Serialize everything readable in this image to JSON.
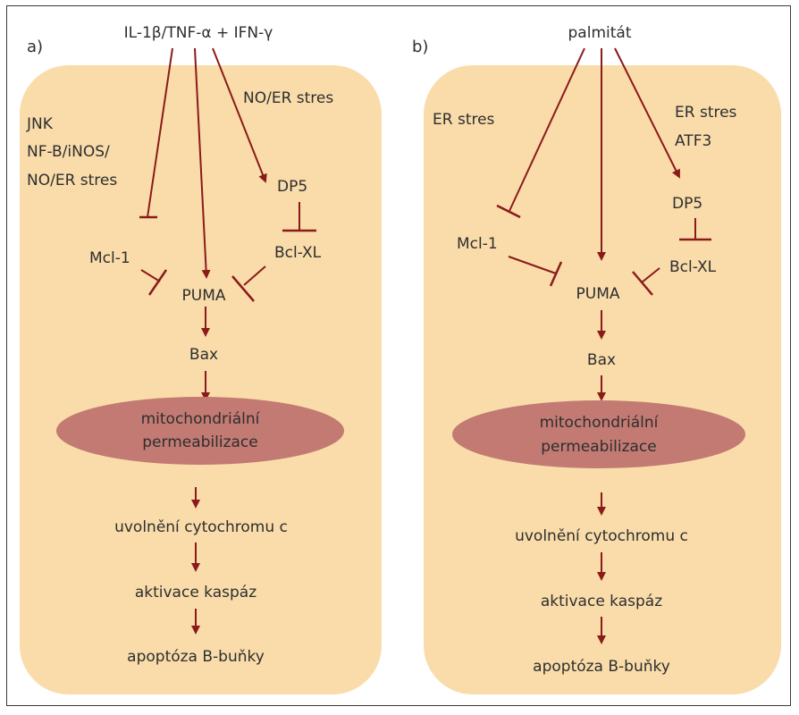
{
  "colors": {
    "panel_fill": "#f9dcaa",
    "arrow": "#8b1a1a",
    "ellipse": "#c27a72",
    "text": "#2e2e2e"
  },
  "panel_a": {
    "letter": "a)",
    "input": "IL-1β/TNF-α + IFN-γ",
    "side_labels": [
      "JNK",
      "NF-B/iNOS/",
      "NO/ER stres"
    ],
    "right_label": "NO/ER stres",
    "dp5": "DP5",
    "bclxl": "Bcl-XL",
    "mcl1": "Mcl-1",
    "puma": "PUMA",
    "bax": "Bax",
    "mito_line1": "mitochondriální",
    "mito_line2": "permeabilizace",
    "cytc": "uvolnění cytochromu c",
    "caspase": "aktivace kaspáz",
    "apoptosis": "apoptóza B-buňky"
  },
  "panel_b": {
    "letter": "b)",
    "input": "palmitát",
    "left_label": "ER stres",
    "right_label_1": "ER stres",
    "right_label_2": "ATF3",
    "dp5": "DP5",
    "bclxl": "Bcl-XL",
    "mcl1": "Mcl-1",
    "puma": "PUMA",
    "bax": "Bax",
    "mito_line1": "mitochondriální",
    "mito_line2": "permeabilizace",
    "cytc": "uvolnění cytochromu c",
    "caspase": "aktivace kaspáz",
    "apoptosis": "apoptóza B-buňky"
  }
}
